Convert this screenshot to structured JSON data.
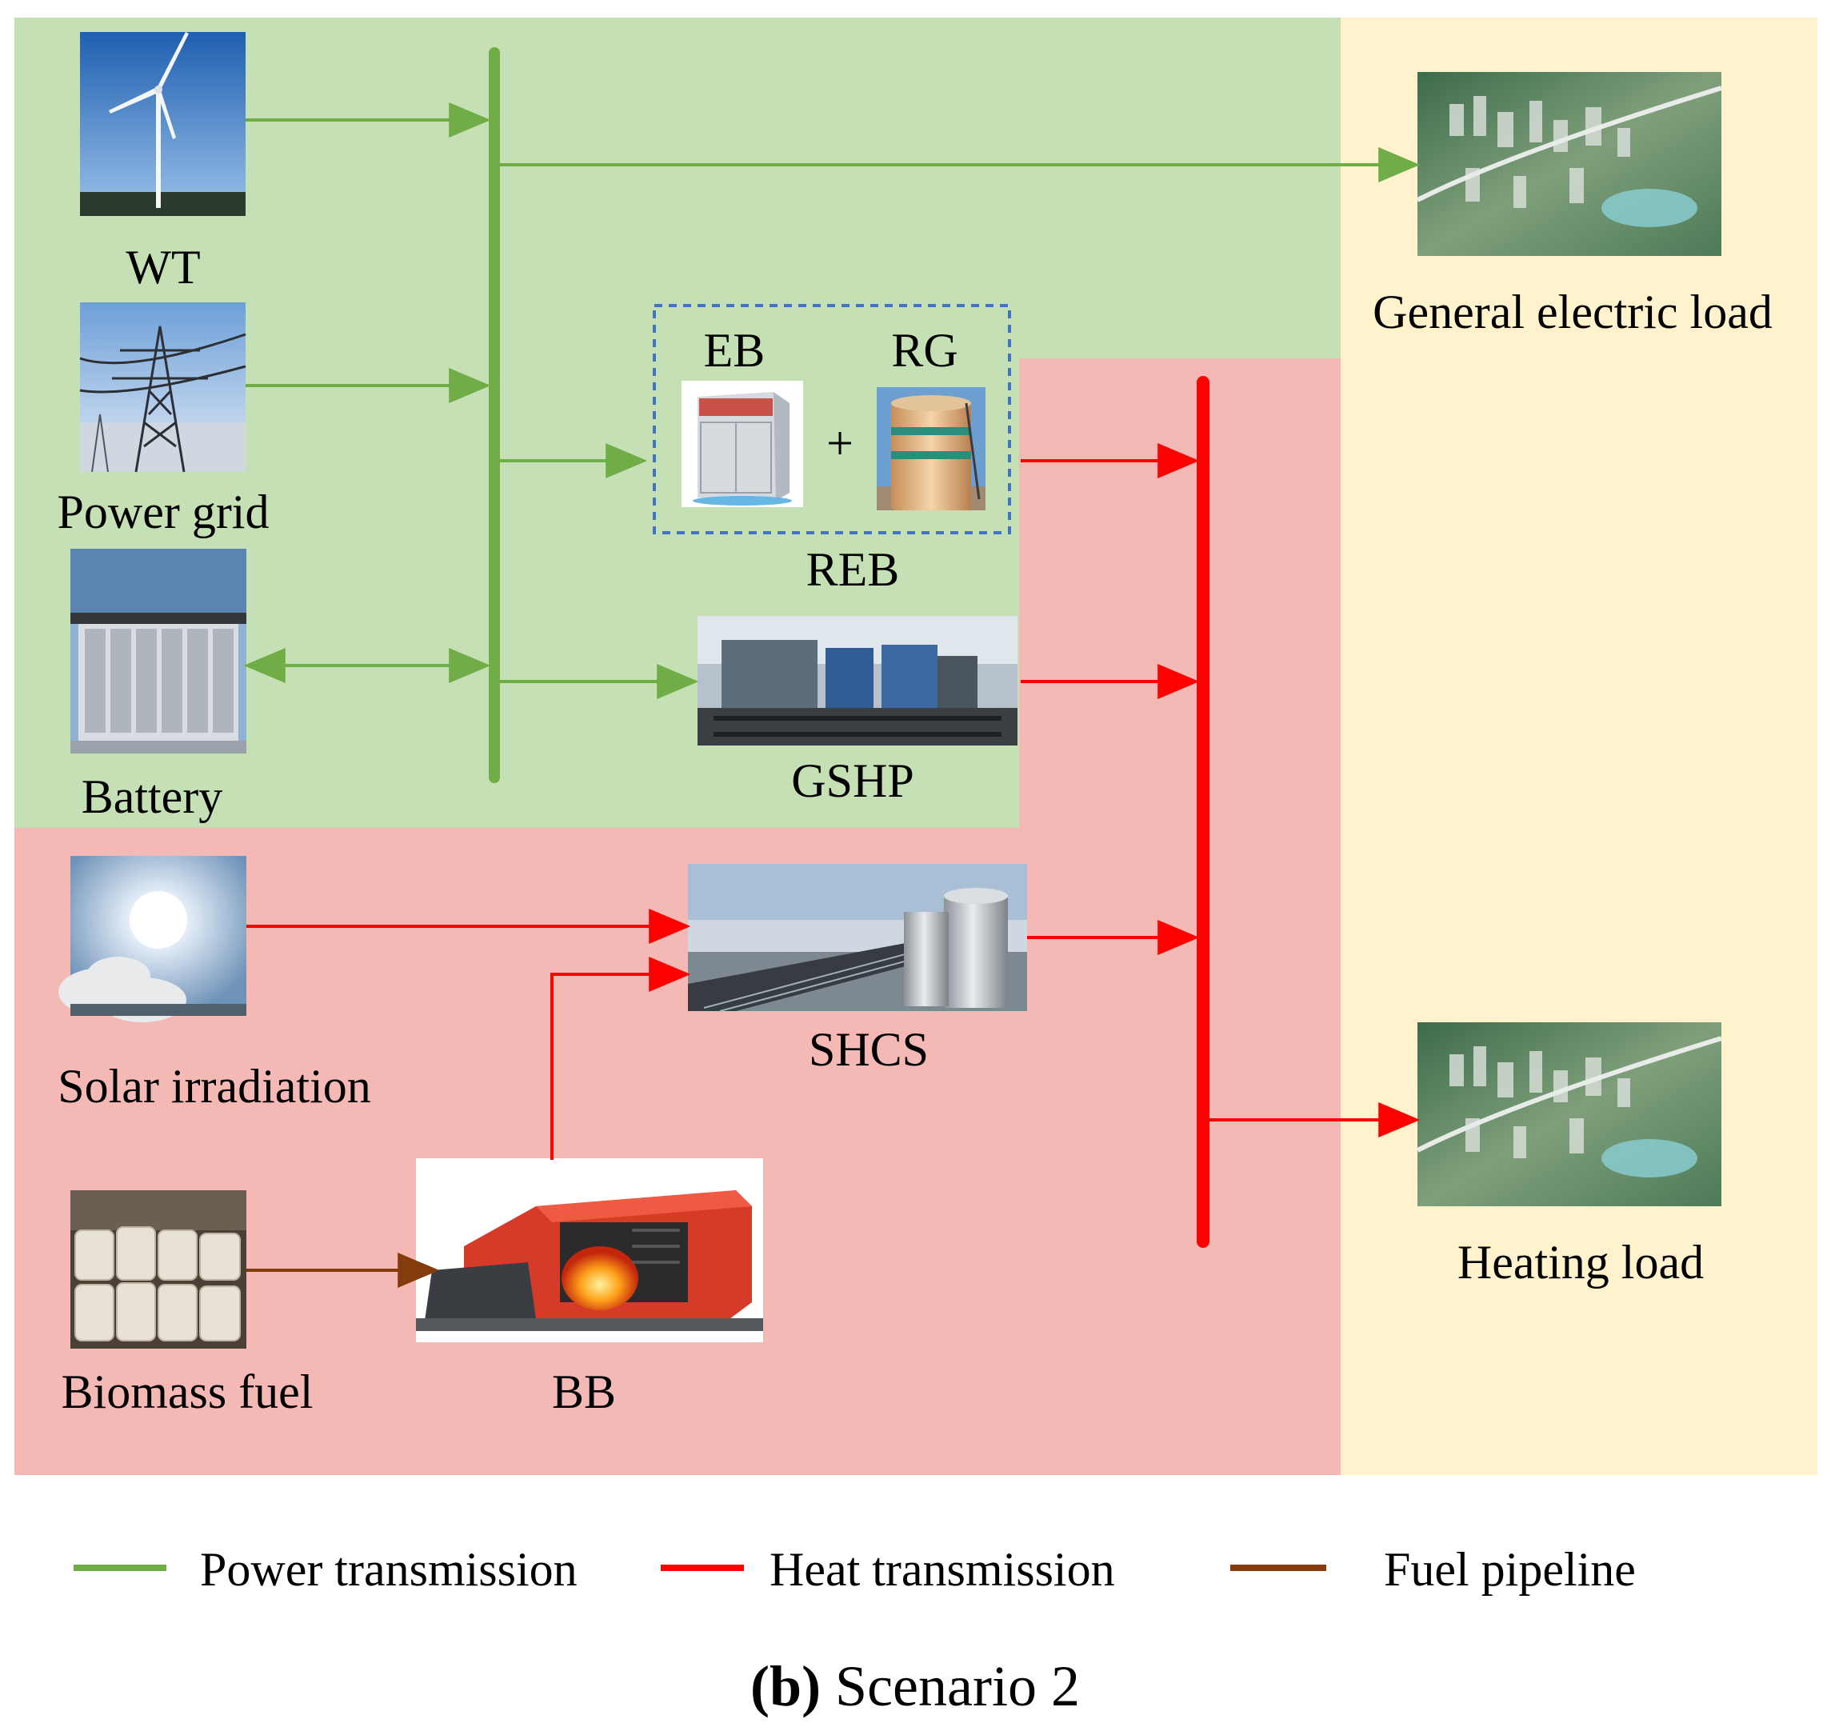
{
  "colors": {
    "power": "#70ad47",
    "heat": "#ff0000",
    "fuel": "#843c0c",
    "power_region": "#c5e0b4",
    "heat_region": "#f4b9b5",
    "load_region": "#fff2cc",
    "reb_border": "#4472c4"
  },
  "nodes": {
    "wt": {
      "label": "WT",
      "icon": "wind-turbine-photo"
    },
    "grid": {
      "label": "Power grid",
      "icon": "transmission-tower-photo"
    },
    "battery": {
      "label": "Battery",
      "icon": "battery-storage-photo"
    },
    "eb": {
      "label": "EB",
      "icon": "electric-boiler-photo"
    },
    "rg": {
      "label": "RG",
      "icon": "heat-storage-tank-photo"
    },
    "plus": {
      "label": "+"
    },
    "reb": {
      "label": "REB"
    },
    "gshp": {
      "label": "GSHP",
      "icon": "heat-pump-photo"
    },
    "solar": {
      "label": "Solar irradiation",
      "icon": "sun-photo"
    },
    "shcs": {
      "label": "SHCS",
      "icon": "solar-collector-photo"
    },
    "biomass": {
      "label": "Biomass fuel",
      "icon": "biomass-bags-photo"
    },
    "bb": {
      "label": "BB",
      "icon": "biomass-boiler-photo"
    },
    "elec_load": {
      "label": "General electric load",
      "icon": "city-aerial-photo"
    },
    "heat_load": {
      "label": "Heating load",
      "icon": "city-aerial-photo"
    }
  },
  "legend": [
    {
      "label": "Power transmission",
      "color": "#70ad47"
    },
    {
      "label": "Heat transmission",
      "color": "#ff0000"
    },
    {
      "label": "Fuel pipeline",
      "color": "#843c0c"
    }
  ],
  "caption": {
    "letter": "(b)",
    "text": " Scenario 2"
  }
}
